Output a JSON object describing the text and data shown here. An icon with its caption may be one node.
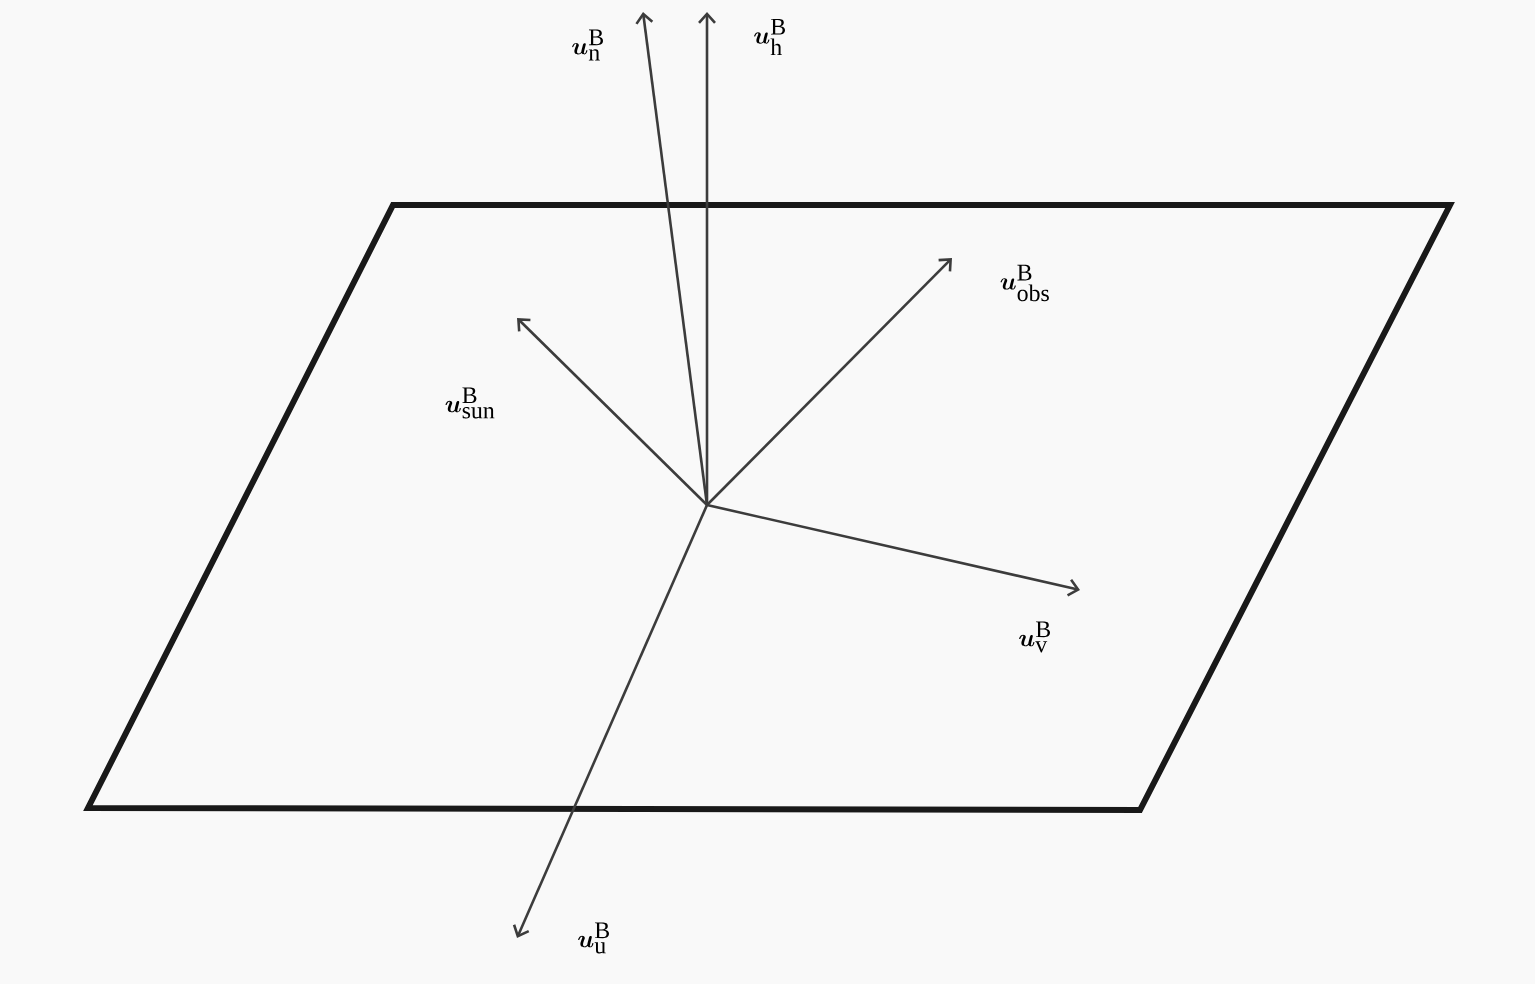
{
  "diagram": {
    "nodes": [
      {
        "text": [
          "\\boldsymbol{u}^{\\mathrm{B}}_{\\mathrm{n}}"
        ]
      },
      {
        "text": [
          "\\boldsymbol{u}^{\\mathrm{B}}_{\\mathrm{h}}"
        ]
      },
      {
        "text": [
          "\\boldsymbol{u}^{\\mathrm{B}}_{\\mathrm{obs}}"
        ]
      },
      {
        "text": [
          "\\boldsymbol{u}^{\\mathrm{B}}_{\\mathrm{sun}}"
        ]
      },
      {
        "text": [
          "\\boldsymbol{u}^{\\mathrm{B}}_{\\mathrm{v}}"
        ]
      },
      {
        "text": [
          "\\boldsymbol{u}^{\\mathrm{B}}_{\\mathrm{u}}"
        ]
      }
    ],
    "edges": [
      {
        "from": null,
        "to": 0,
        "arrow": "to"
      },
      {
        "from": null,
        "to": 1,
        "arrow": "to"
      },
      {
        "from": null,
        "to": 2,
        "arrow": "to"
      },
      {
        "from": null,
        "to": 3,
        "arrow": "to"
      },
      {
        "from": null,
        "to": 4,
        "arrow": "to"
      },
      {
        "from": null,
        "to": 5,
        "arrow": "to"
      }
    ]
  }
}
